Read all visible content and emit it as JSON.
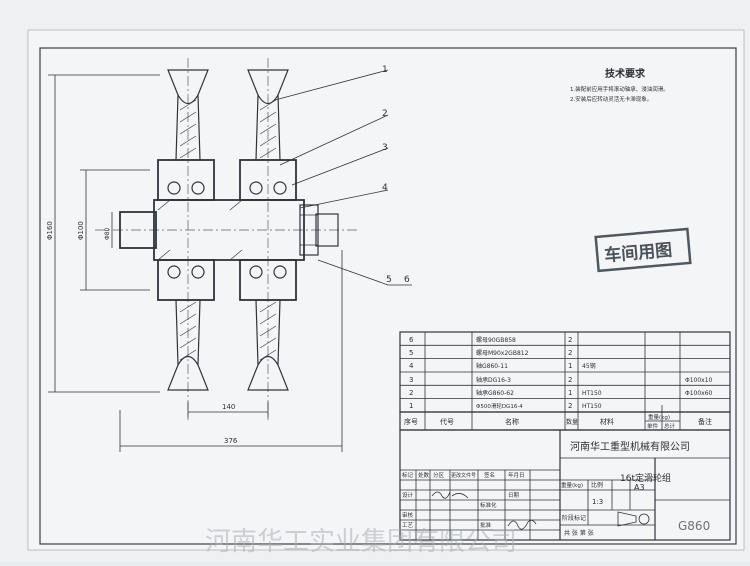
{
  "tech_requirements": {
    "title": "技术要求",
    "line1": "1.装配前应用手将滚动轴承、浸油润滑。",
    "line2": "2.安装后应转动灵活无卡滞现象。"
  },
  "stamp": "车间用图",
  "balloons": [
    "1",
    "2",
    "3",
    "4",
    "5",
    "6"
  ],
  "dimensions": {
    "d_outer": "Φ160",
    "d_inner": "Φ100",
    "shaft": "Φ80",
    "center_span": "140",
    "overall": "376"
  },
  "bom": {
    "rows": [
      {
        "no": "6",
        "name": "螺母90GB858",
        "qty": "2",
        "material": "",
        "note": ""
      },
      {
        "no": "5",
        "name": "螺母M90x2GB812",
        "qty": "2",
        "material": "",
        "note": ""
      },
      {
        "no": "4",
        "name": "轴G860-11",
        "qty": "1",
        "material": "45钢",
        "note": ""
      },
      {
        "no": "3",
        "name": "轴承DG16-3",
        "qty": "2",
        "material": "",
        "note": "Φ100x10"
      },
      {
        "no": "2",
        "name": "轴承G860-62",
        "qty": "1",
        "material": "HT150",
        "note": "Φ100x60"
      },
      {
        "no": "1",
        "name": "Φ500滑轮DG16-4",
        "qty": "2",
        "material": "HT150",
        "note": ""
      }
    ],
    "header": {
      "no": "序号",
      "code": "代号",
      "name": "名称",
      "qty": "数量",
      "material": "材料",
      "unit_weight": "单件",
      "total_weight": "总计",
      "weight": "重量(kg)",
      "note": "备注"
    }
  },
  "title_block": {
    "company": "河南华工重型机械有限公司",
    "drawing_name": "16t定滑轮组",
    "drawing_no": "G860",
    "scale_label": "比例",
    "scale": "1:3",
    "weight_label": "重量(kg)",
    "sheet_size": "A3",
    "stage_label": "阶段标记",
    "sheet_label": "共 张 第 张",
    "designer": "设计",
    "checker": "审核",
    "process": "工艺",
    "standard": "标准化",
    "approve": "批准",
    "date": "日期",
    "signature": "签名",
    "mark": "标记",
    "count": "处数",
    "zone": "分区",
    "change_doc": "更改文件号",
    "ymd": "年月日"
  },
  "watermark": "河南华工实业集团有限公司"
}
